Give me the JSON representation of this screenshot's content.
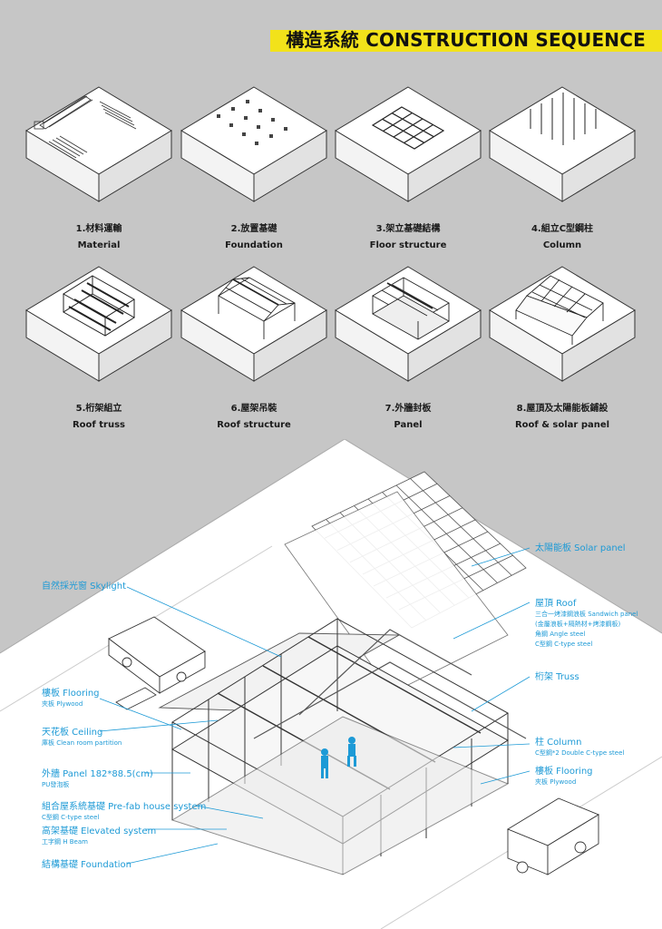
{
  "title": "構造系統 CONSTRUCTION SEQUENCE",
  "colors": {
    "accent": "#f2e21a",
    "label": "#1d9ad6",
    "background": "#c6c6c6"
  },
  "steps": [
    {
      "cn": "1.材料運輸",
      "en": "Material"
    },
    {
      "cn": "2.放置基礎",
      "en": "Foundation"
    },
    {
      "cn": "3.架立基礎結構",
      "en": "Floor structure"
    },
    {
      "cn": "4.組立C型鋼柱",
      "en": "Column"
    },
    {
      "cn": "5.桁架組立",
      "en": "Roof truss"
    },
    {
      "cn": "6.屋架吊裝",
      "en": "Roof structure"
    },
    {
      "cn": "7.外牆封板",
      "en": "Panel"
    },
    {
      "cn": "8.屋頂及太陽能板鋪設",
      "en": "Roof & solar panel"
    }
  ],
  "labels_left": [
    {
      "main": "自然採光窗 Skylight",
      "sub": ""
    },
    {
      "main": "樓板 Flooring",
      "sub": "夾板 Plywood"
    },
    {
      "main": "天花板 Ceiling",
      "sub": "庫板 Clean room partition"
    },
    {
      "main": "外牆 Panel  182*88.5(cm)",
      "sub": "PU發泡板"
    },
    {
      "main": "組合屋系統基礎 Pre-fab house system",
      "sub": "C型鋼 C-type steel"
    },
    {
      "main": "高架基礎 Elevated system",
      "sub": "工字鋼 H Beam"
    },
    {
      "main": "結構基礎 Foundation",
      "sub": ""
    }
  ],
  "labels_right": [
    {
      "main": "太陽能板 Solar panel",
      "subs": []
    },
    {
      "main": "屋頂 Roof",
      "subs": [
        "三合一烤漆鋼浪板 Sandwich panel",
        "(金屬浪板+隔熱材+烤漆鋼板)",
        "角鋼 Angle steel",
        "C型鋼 C-type steel"
      ]
    },
    {
      "main": "桁架 Truss",
      "subs": []
    },
    {
      "main": "柱 Column",
      "subs": [
        "C型鋼*2  Double C-type steel"
      ]
    },
    {
      "main": "樓板 Flooring",
      "subs": [
        "夾板 Plywood"
      ]
    }
  ]
}
